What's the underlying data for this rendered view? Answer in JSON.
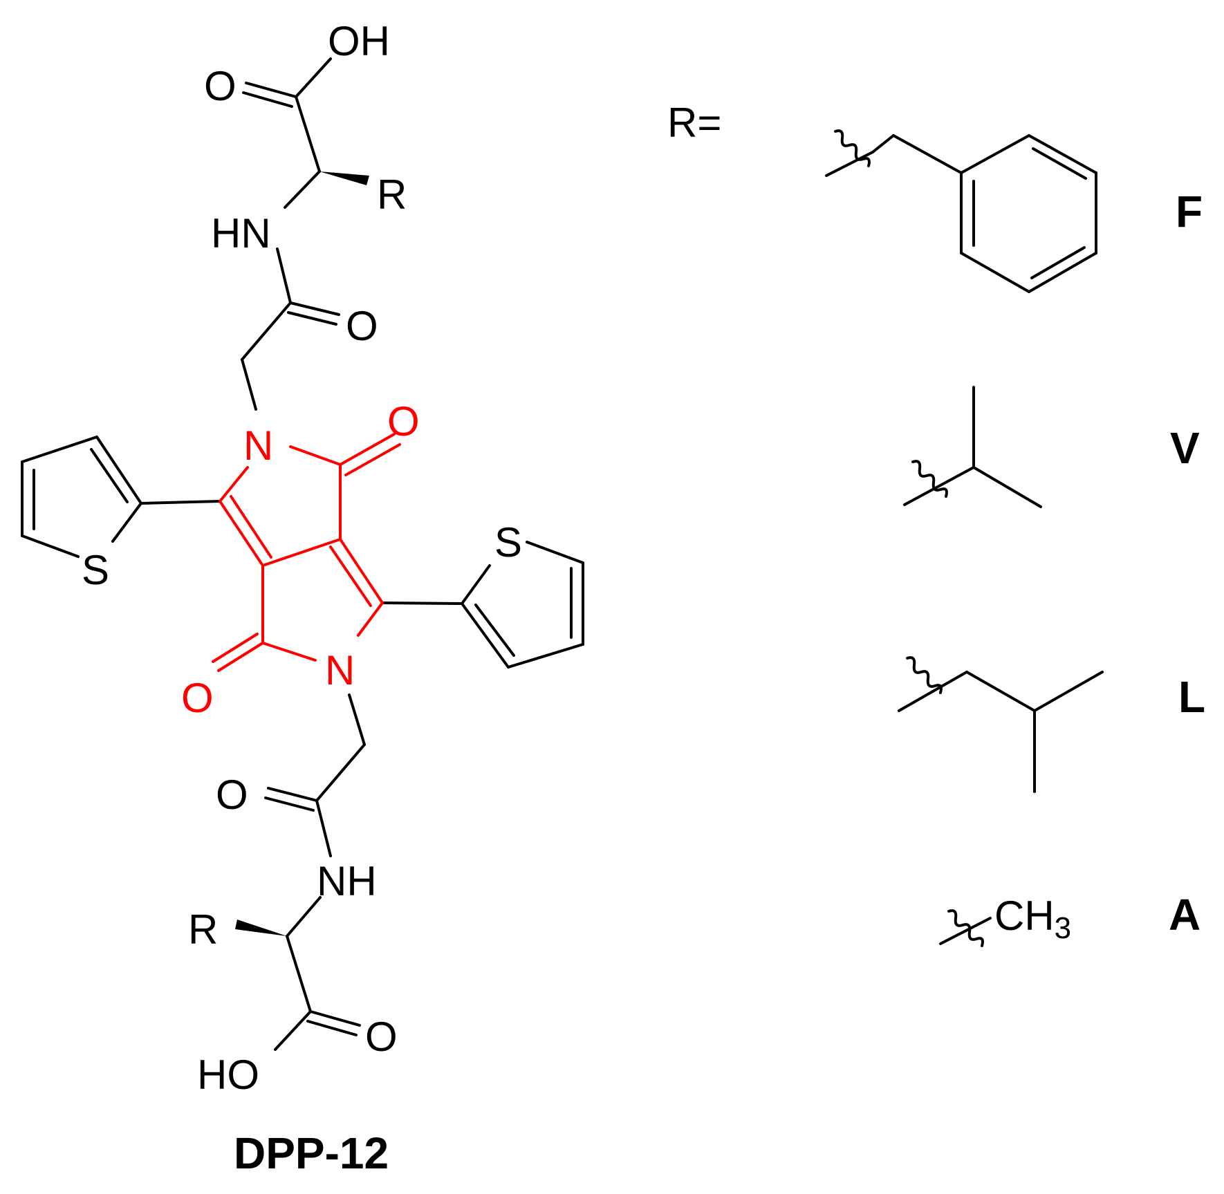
{
  "compound_label": "DPP-12",
  "r_definition": "R=",
  "atoms": {
    "top_oh": "OH",
    "top_carbonyl_o": "O",
    "top_r": "R",
    "top_hn": "HN",
    "top_amide_o": "O",
    "n_upper": "N",
    "o_upper_right": "O",
    "s_left": "S",
    "s_right": "S",
    "n_lower": "N",
    "o_lower_left": "O",
    "bottom_amide_o": "O",
    "bottom_nh": "NH",
    "bottom_r": "R",
    "bottom_carbonyl_o": "O",
    "bottom_ho": "HO"
  },
  "substituents": [
    {
      "code": "F"
    },
    {
      "code": "V"
    },
    {
      "code": "L"
    },
    {
      "code": "A",
      "formula_main": "CH",
      "formula_sub": "3"
    }
  ],
  "colors": {
    "core": "#ff0000",
    "bond": "#000000"
  }
}
